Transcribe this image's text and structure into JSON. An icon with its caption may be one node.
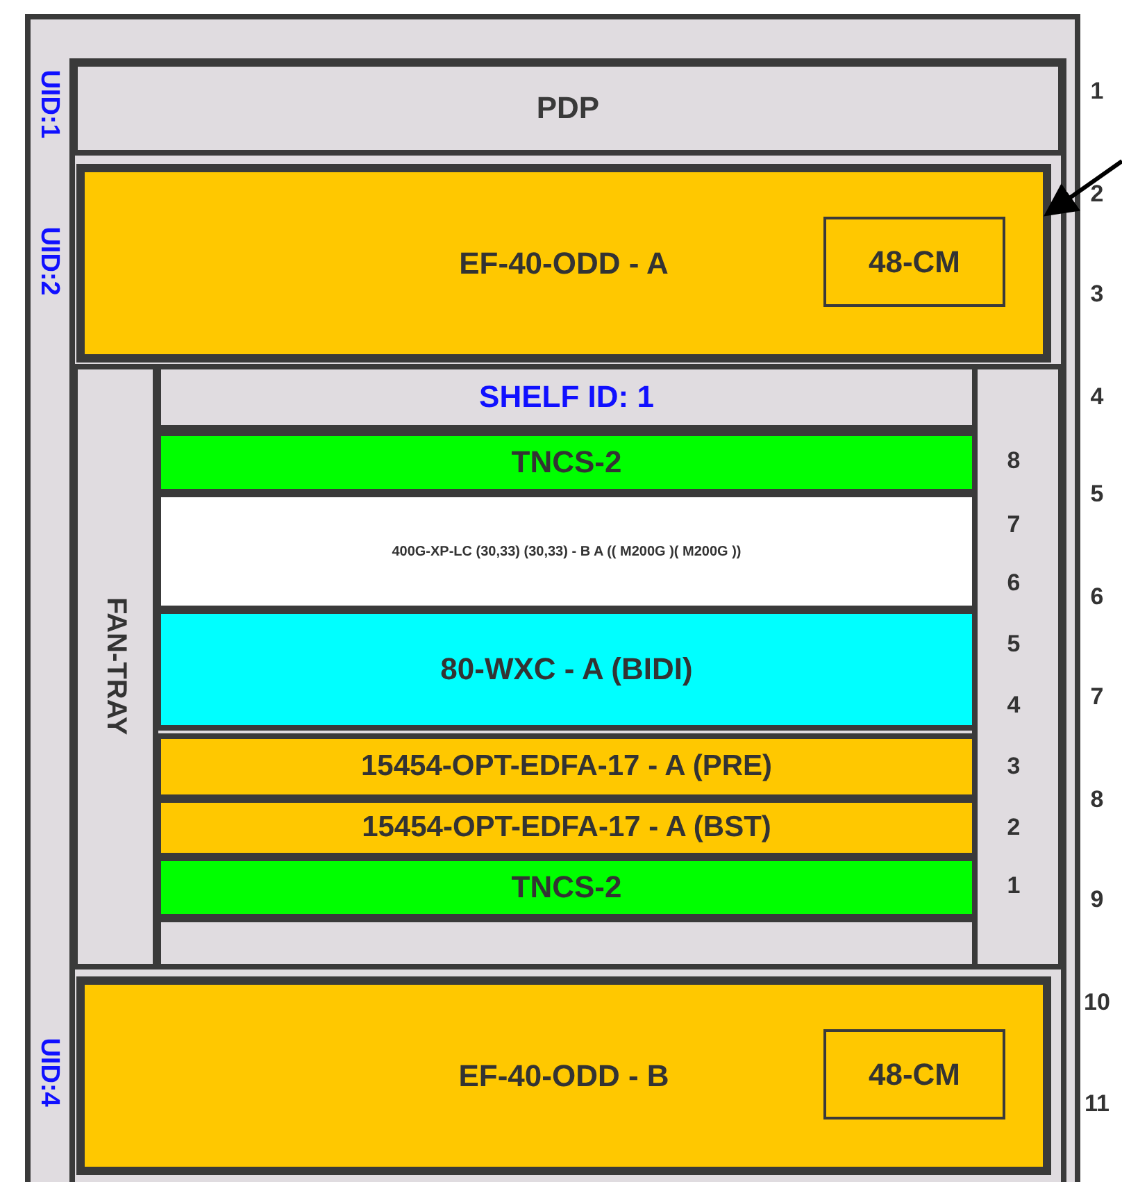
{
  "diagram": {
    "nodes": [
      {
        "text": [
          "PDP"
        ]
      },
      {
        "text": [
          "EF-40-ODD - A"
        ]
      },
      {
        "text": [
          "48-CM"
        ],
        "in": 1
      },
      {
        "text": [
          "FAN-TRAY"
        ]
      },
      {
        "text": [
          "SHELF ID: 1"
        ]
      },
      {
        "text": [
          "TNCS-2"
        ]
      },
      {
        "text": [
          "400G-XP-LC (30,33) (30,33) - B A (( M200G )( M200G ))"
        ]
      },
      {
        "text": [
          "80-WXC - A (BIDI)"
        ]
      },
      {
        "text": [
          "15454-OPT-EDFA-17 - A (PRE)"
        ]
      },
      {
        "text": [
          "15454-OPT-EDFA-17 - A (BST)"
        ]
      },
      {
        "text": [
          "TNCS-2"
        ]
      },
      {
        "text": [
          "EF-40-ODD - B"
        ]
      },
      {
        "text": [
          "48-CM"
        ],
        "in": 11
      },
      {
        "text": [],
        "shape": "box"
      },
      {
        "text": [],
        "shape": "box"
      }
    ],
    "edges": [
      {
        "from": null,
        "to": 1,
        "arrow": "to"
      }
    ],
    "labels": [
      "UID:1",
      "UID:2",
      "UID:4",
      "8",
      "7",
      "6",
      "5",
      "4",
      "3",
      "2",
      "1",
      "1",
      "2",
      "3",
      "4",
      "5",
      "6",
      "7",
      "8",
      "9",
      "10",
      "11"
    ]
  }
}
